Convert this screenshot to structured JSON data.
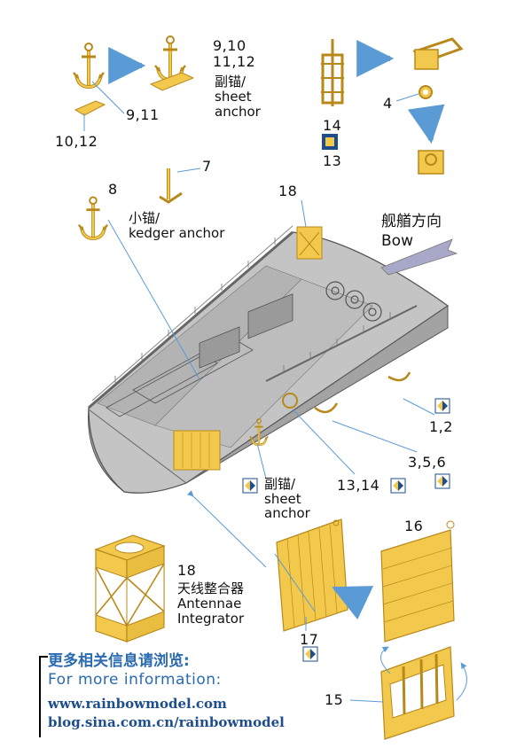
{
  "labels": {
    "p_9_10_11_12": [
      "9,10",
      "11,12"
    ],
    "sheet_anchor_zh": "副锚/",
    "sheet_anchor_en_1": "sheet",
    "sheet_anchor_en_2": "anchor",
    "p_9_11": "9,11",
    "p_10_12": "10,12",
    "p_14": "14",
    "p_13": "13",
    "p_4": "4",
    "p_7": "7",
    "p_8": "8",
    "kedger_zh": "小锚/",
    "kedger_en": "kedger anchor",
    "p_18_top": "18",
    "bow_zh": "舰艏方向",
    "bow_en": "Bow",
    "p_1_2": "1,2",
    "p_3_5_6": "3,5,6",
    "p_13_14": "13,14",
    "sheet2_zh": "副锚/",
    "sheet2_en_1": "sheet",
    "sheet2_en_2": "anchor",
    "p_18_bottom": "18",
    "antenna_zh": "天线整合器",
    "antenna_en_1": "Antennae",
    "antenna_en_2": "Integrator",
    "p_16": "16",
    "p_17": "17",
    "p_15": "15"
  },
  "footer": {
    "zh": "更多相关信息请浏览:",
    "en": "For more information:",
    "url1": "www.rainbowmodel.com",
    "url2": "blog.sina.com.cn/rainbowmodel"
  },
  "colors": {
    "brass": "#f2c94c",
    "brass_dark": "#b8891a",
    "deck": "#b9b9b9",
    "hull": "#a7a7a7",
    "arrow_blue": "#5b9bd5",
    "link_blue": "#1d4d8c"
  }
}
